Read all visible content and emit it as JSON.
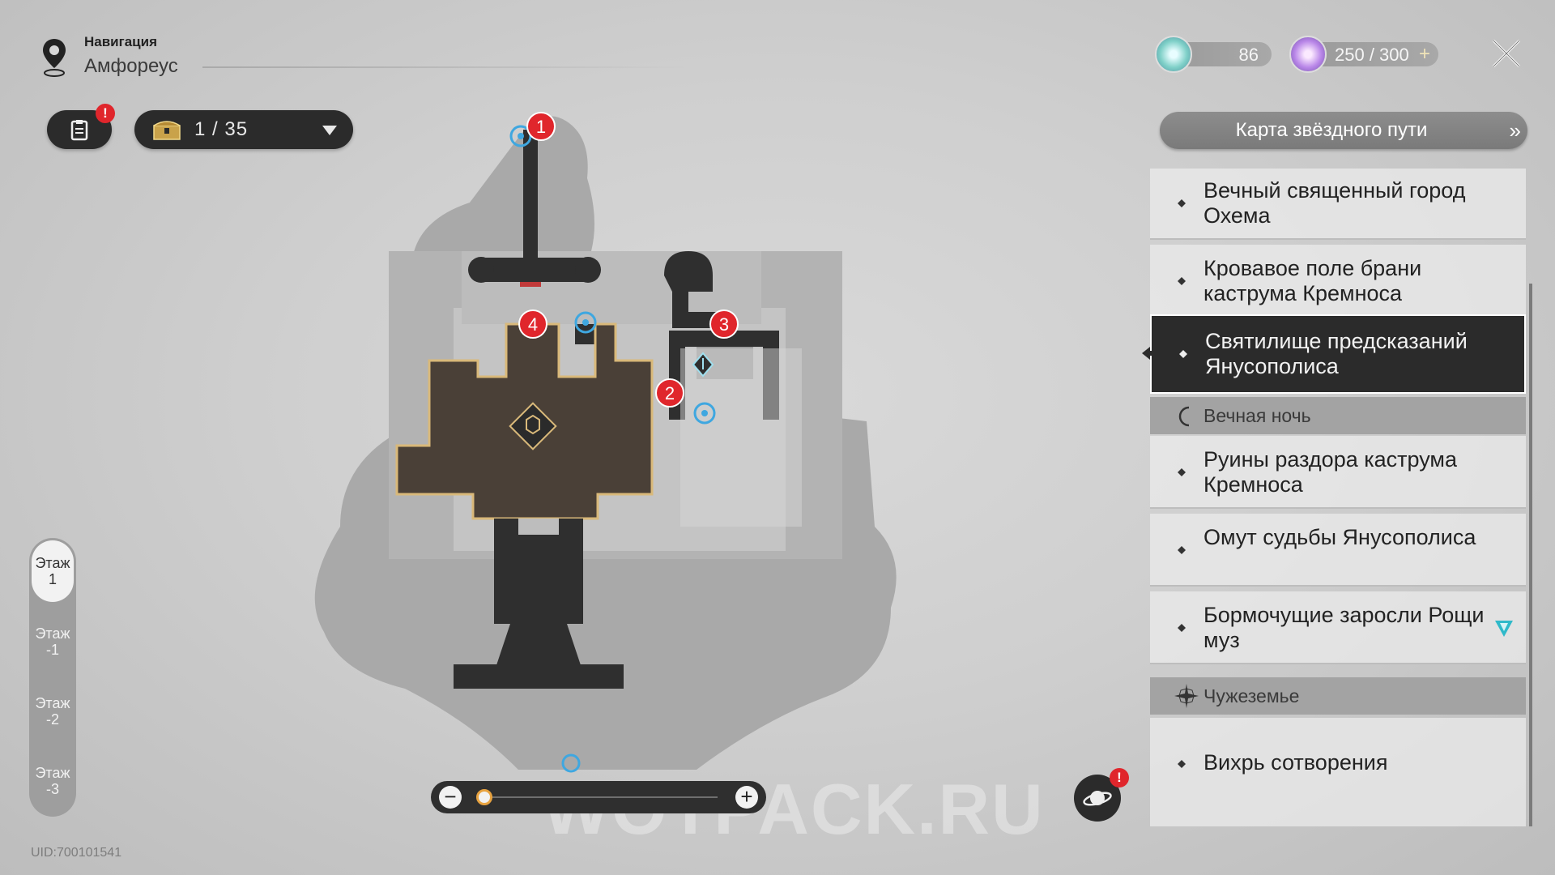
{
  "navigation": {
    "label": "Навигация",
    "location": "Амфореус"
  },
  "chest": {
    "count": "1 / 35"
  },
  "resources": {
    "stellar_jade": "86",
    "trailblaze_power": "250 / 300"
  },
  "alerts": {
    "tasks": "!",
    "planet": "!"
  },
  "right_panel": {
    "starway_label": "Карта звёздного пути",
    "items": [
      {
        "type": "location",
        "name": "Вечный священный город Охема"
      },
      {
        "type": "location",
        "name": "Кровавое поле брани каструма Кремноса"
      },
      {
        "type": "location",
        "name": "Святилище предсказаний Янусополиса",
        "selected": true
      },
      {
        "type": "section",
        "name": "Вечная ночь",
        "icon": "moon-icon"
      },
      {
        "type": "location",
        "name": "Руины раздора каструма Кремноса"
      },
      {
        "type": "location",
        "name": "Омут судьбы Янусополиса"
      },
      {
        "type": "location",
        "name": "Бормочущие заросли Рощи муз",
        "marker": "teal-triangle-icon"
      },
      {
        "type": "section",
        "name": "Чужеземье",
        "icon": "star-burst-icon"
      },
      {
        "type": "location",
        "name": "Вихрь сотворения"
      }
    ]
  },
  "floors": [
    {
      "label": "Этаж 1",
      "active": true
    },
    {
      "label": "Этаж -1"
    },
    {
      "label": "Этаж -2"
    },
    {
      "label": "Этаж -3"
    }
  ],
  "zoom": {
    "minus": "−",
    "plus": "+",
    "level": 0.0
  },
  "markers": [
    "1",
    "2",
    "3",
    "4"
  ],
  "uid": "UID:700101541",
  "watermark": "WOTPACK.RU",
  "colors": {
    "marker_red": "#e0262c",
    "accent_orange": "#e8a340",
    "teleport_blue": "#3fa7e0",
    "panel_dark": "#2b2b2b"
  }
}
